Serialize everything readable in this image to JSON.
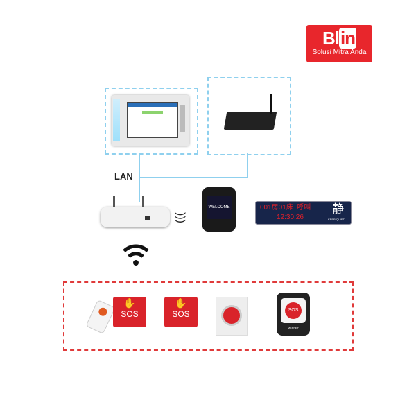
{
  "logo": {
    "brand_left": "Bl",
    "brand_right": "in",
    "tagline": "Solusi Mitra Anda"
  },
  "network": {
    "label": "LAN"
  },
  "watch": {
    "screen_text": "WELCOME"
  },
  "led_display": {
    "line1": "001房01床  呼叫",
    "line2": "12:30:26",
    "symbol": "静",
    "symbol_caption": "KEEP QUIET"
  },
  "call_devices": {
    "sos_label": "SOS",
    "button_brand": "MEFFEY"
  },
  "colors": {
    "accent": "#e8262c",
    "network_line": "#8fd0ee"
  }
}
